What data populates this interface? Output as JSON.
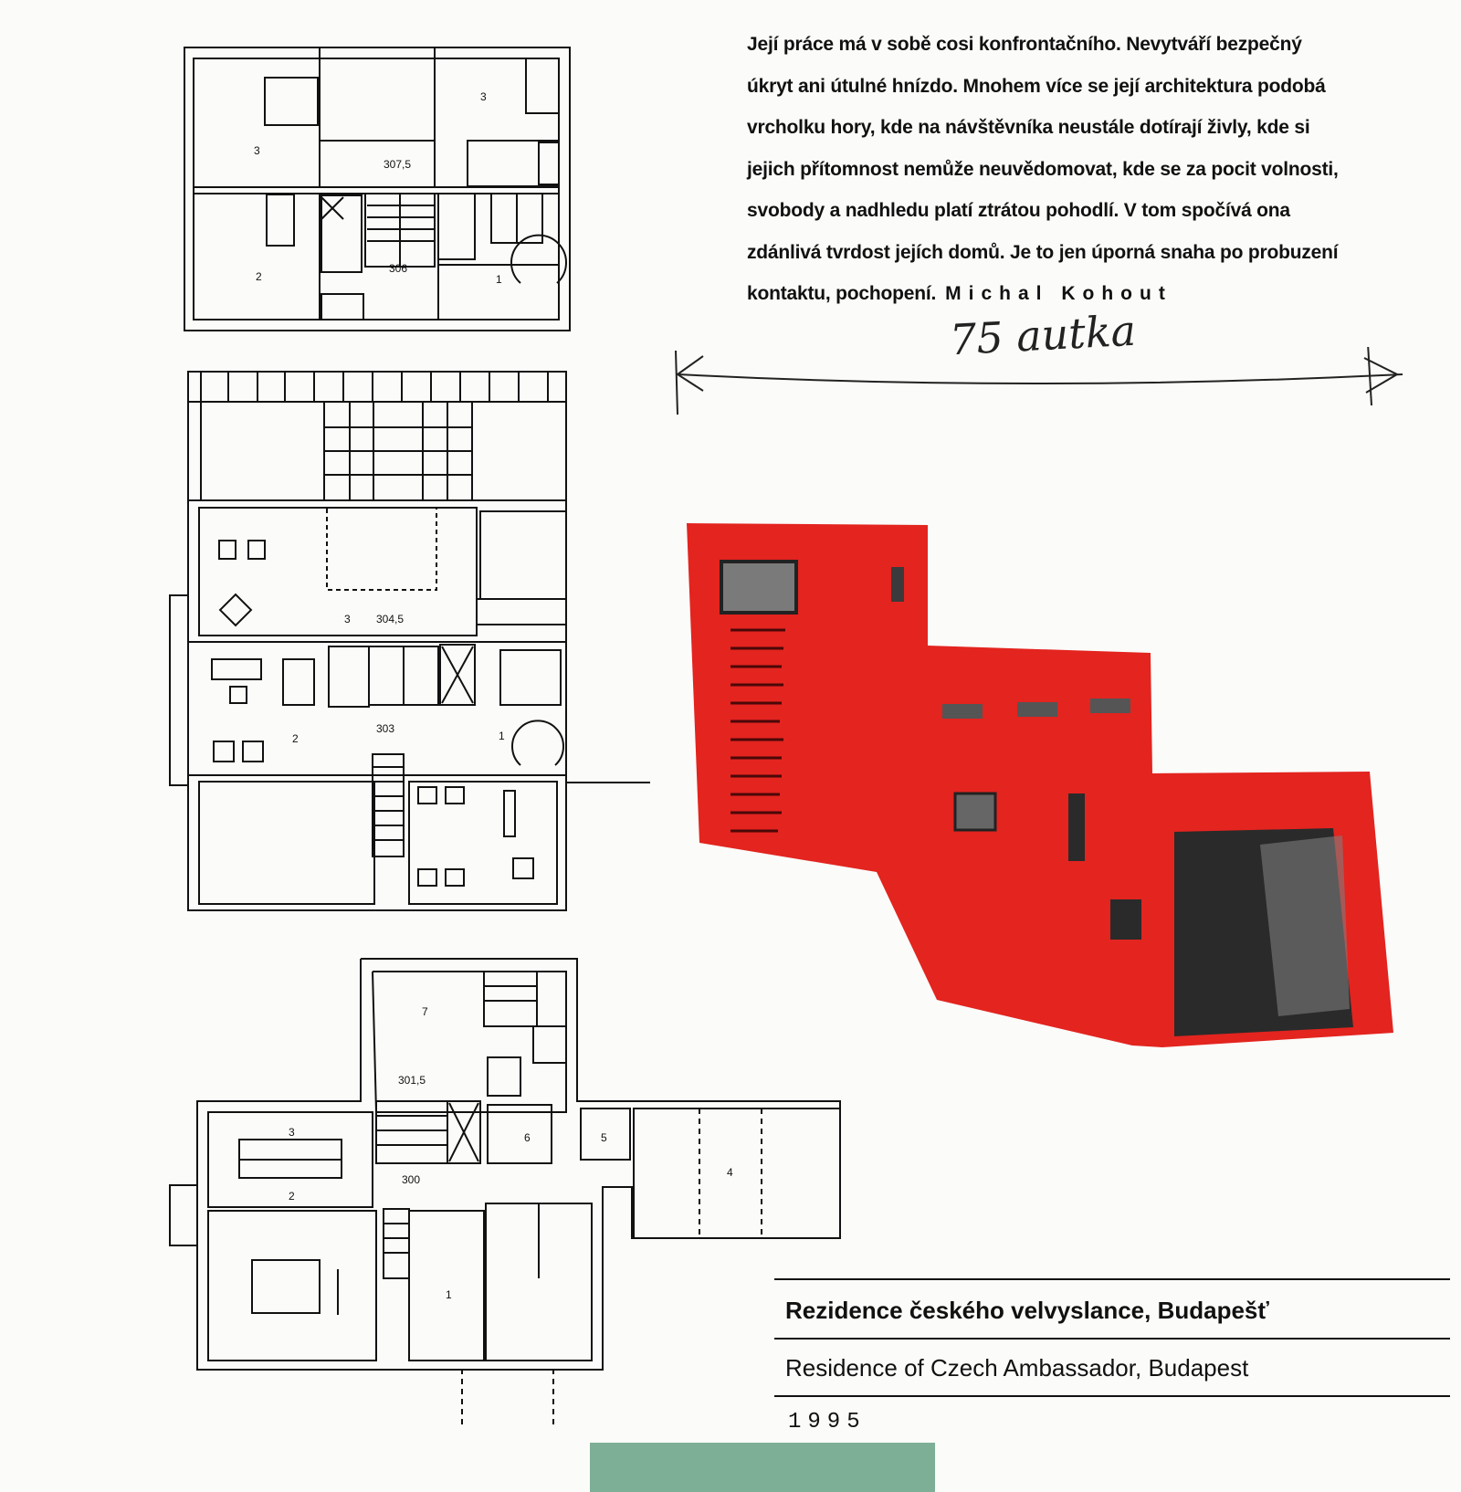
{
  "quote": {
    "lines": [
      "Její práce má v sobě cosi konfrontačního. Nevytváří bezpečný",
      "úkryt ani útulné hnízdo. Mnohem více se její architektura podobá",
      "vrcholku hory, kde na návštěvníka neustále dotírají živly, kde si",
      "jejich přítomnost nemůže neuvědomovat, kde se za pocit volnosti,",
      "svobody a nadhledu platí ztrátou pohodlí. V tom spočívá ona",
      "zdánlivá tvrdost jejích domů. Je to jen úporná snaha po probuzení",
      "kontaktu, pochopení."
    ],
    "author": "Michal Kohout"
  },
  "handwritten_note": "75 autka",
  "caption": {
    "title_cz": "Rezidence českého velvyslance, Budapešť",
    "title_en": "Residence of Czech Ambassador, Budapest",
    "year": "1995"
  },
  "plan_labels": {
    "top": [
      "3",
      "3",
      "307,5",
      "2",
      "306",
      "1"
    ],
    "middle": [
      "3",
      "304,5",
      "2",
      "303",
      "1"
    ],
    "bottom": [
      "7",
      "301,5",
      "3",
      "6",
      "5",
      "2",
      "300",
      "4",
      "1"
    ]
  },
  "colors": {
    "sketch_red": "#e3241f",
    "sketch_dark": "#2a2a2a",
    "tape": "#6fa58b"
  }
}
